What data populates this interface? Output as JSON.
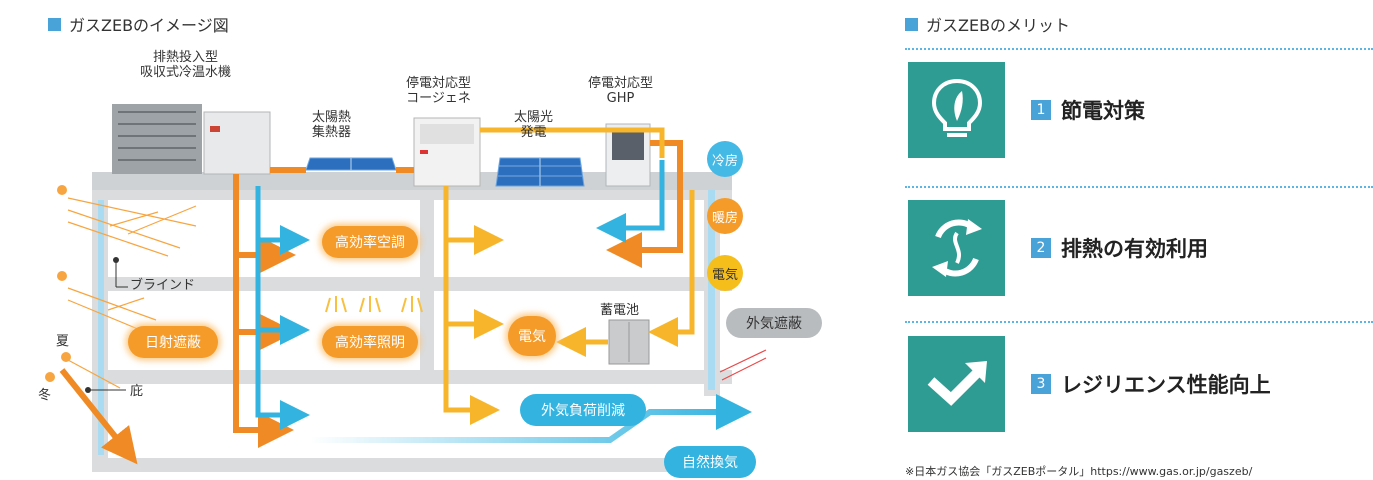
{
  "left": {
    "header": "ガスZEBのイメージ図",
    "labels": {
      "absorption_chiller": [
        "排熱投入型",
        "吸収式冷温水機"
      ],
      "solar_thermal": [
        "太陽熱",
        "集熱器"
      ],
      "cogeneration": [
        "停電対応型",
        "コージェネ"
      ],
      "solar_pv": [
        "太陽光",
        "発電"
      ],
      "ghp": [
        "停電対応型",
        "GHP"
      ],
      "blind": "ブラインド",
      "summer": "夏",
      "winter": "冬",
      "eaves": "庇",
      "battery": "蓄電池"
    },
    "pills": {
      "hvac": "高効率空調",
      "lighting": "高効率照明",
      "sun_shading": "日射遮蔽",
      "electricity_center": "電気",
      "outdoor_load_reduction": "外気負荷削減",
      "natural_ventilation": "自然換気",
      "outdoor_shielding": "外気遮蔽"
    },
    "circles": {
      "cooling": "冷房",
      "heating": "暖房",
      "electricity": "電気"
    },
    "colors": {
      "frame": "#dadcde",
      "duct_blue": "#6fc7ec",
      "orange": "#f08a24",
      "yellow": "#f7b52c",
      "blue": "#33b3e0"
    }
  },
  "right": {
    "header": "ガスZEBのメリット",
    "merits": [
      {
        "num": "1",
        "label": "節電対策",
        "icon": "lightbulb-leaf-icon"
      },
      {
        "num": "2",
        "label": "排熱の有効利用",
        "icon": "recycle-flame-icon"
      },
      {
        "num": "3",
        "label": "レジリエンス性能向上",
        "icon": "rising-check-arrow-icon"
      }
    ],
    "note": "※日本ガス協会「ガスZEBポータル」https://www.gas.or.jp/gaszeb/",
    "colors": {
      "icon_bg": "#2f9c93",
      "number_bg": "#4aa3d8",
      "dots": "#5bb6e6"
    }
  }
}
